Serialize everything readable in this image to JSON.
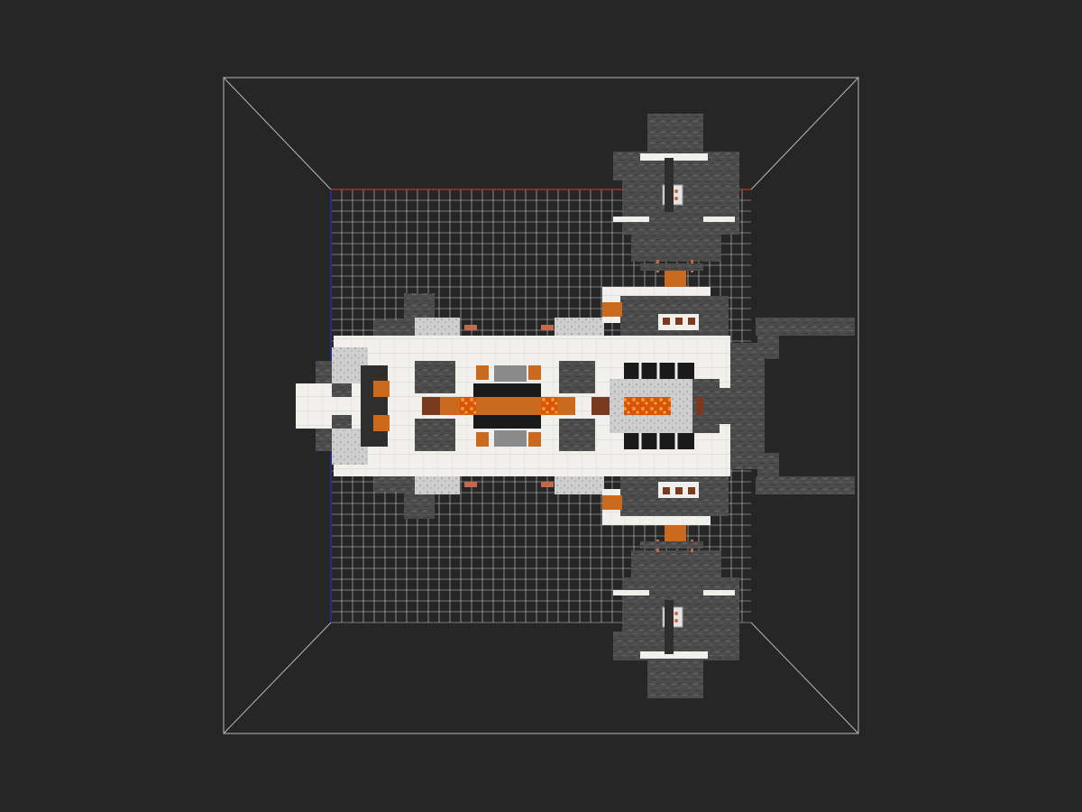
{
  "scene": {
    "kind": "voxel-model-viewport",
    "view": "top-down",
    "model": "spaceship",
    "palette": {
      "background": "#262626",
      "frame": "#b8b8b8",
      "grid": "#cfcfcf",
      "axis_x": "#b02a2a",
      "axis_z": "#2a2aa0",
      "hull_white": "#f1efec",
      "hull_light": "#d9d6d2",
      "panel_gray": "#4a4a4a",
      "panel_dark": "#2e2e2e",
      "stone": "#6a6a6a",
      "accent_orange": "#c96a1e",
      "lava": "#e0600e",
      "copper": "#c8684a",
      "cargo": "#8a8a8a",
      "window": "#1a1a1a"
    }
  }
}
